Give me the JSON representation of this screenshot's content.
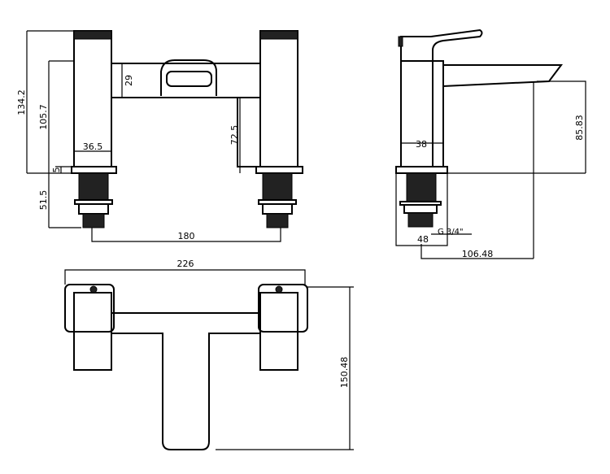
{
  "dimensions": {
    "overall_height": "134.2",
    "body_height": "105.7",
    "bridge_height": "29",
    "bridge_clearance": "72.5",
    "body_width_front": "36.5",
    "plate_thickness": "5",
    "shank_length": "51.5",
    "tap_centres": "180",
    "overall_width": "226",
    "overall_depth": "150.48",
    "body_width_side": "38",
    "spout_height": "85.83",
    "thread_size": "G 3/4\"",
    "base_width": "48",
    "spout_reach": "106.48"
  },
  "colors": {
    "line": "#000000",
    "thread": "#222222",
    "background": "#ffffff"
  }
}
